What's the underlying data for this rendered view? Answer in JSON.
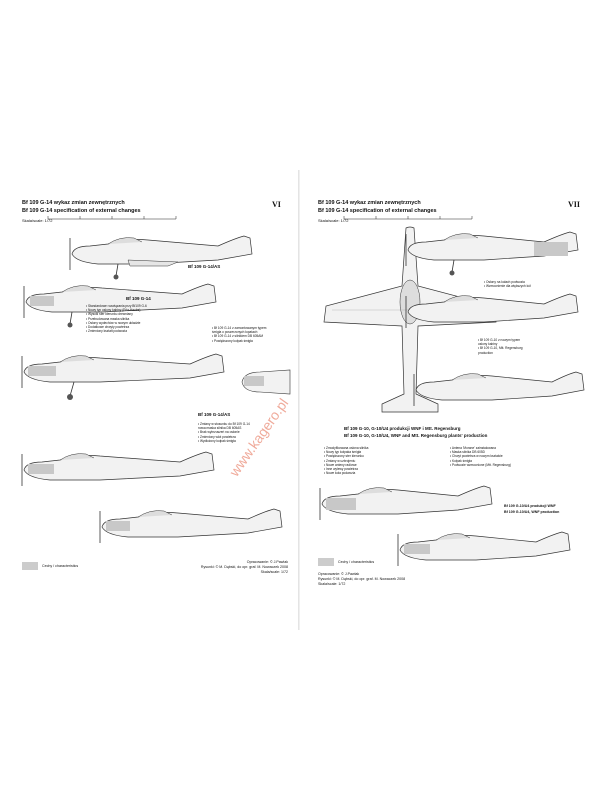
{
  "left_page": {
    "title_pl": "Bf 109 G-14 wykaz zmian zewnętrznych",
    "title_en": "Bf 109 G-14 specification of external changes",
    "page_number": "VI",
    "scale": "Skala/scale: 1/72",
    "aircraft_labels": [
      "Bf 109 G-14/AS",
      "Bf 109 G-14",
      "Bf 109 G-14/AS"
    ],
    "notes_a": [
      "• Standardowe rozwiązania przy Bf109 G-6",
      "• Nowy typ osłony kabiny (Erla-Haube)",
      "• Wysoki ster kierunku drewniany",
      "• Przebudowana maska silnika",
      "• Osłony wydechów w nowym układzie",
      "• Dodatkowe chwyty powietrza",
      "• Zmieniony kształt podwozia"
    ],
    "notes_b": [
      "• Bf 109 G-14 z zamontowanym typem",
      "  śmigła o poszerzonych łopatach",
      "• Bf 109 G-14 z silnikiem DB 605AM",
      "• Powiększony kołpak śmigła"
    ],
    "notes_c": [
      "• Zmiany w stosunku do Bf 109 G-14",
      "  nowa maska silnika DB 605AS",
      "• Brak wybrzuszeń na osłonie",
      "• Zmieniony wlot powietrza",
      "• Wydłużony kołpak śmigła"
    ],
    "footer": [
      "Opracowanie: © J.Pawlak",
      "Rysunki: © M. Dąbski, do opr. graf. M. Nowaczek 2008",
      "Skala/scale: 1/72"
    ],
    "legend": "Cechy / characteristics"
  },
  "right_page": {
    "title_pl": "Bf 109 G-14 wykaz zmian zewnętrznych",
    "title_en": "Bf 109 G-14 specification of external changes",
    "page_number": "VII",
    "scale": "Skala/scale: 1/72",
    "production_pl": "Bf 109 G-10, G-10/U4 produkcji WNF i Mtt. Regensburg",
    "production_en": "Bf 109 G-10, G-10/U4, WNF and Mtt. Regensburg plants' production",
    "aircraft_labels": [
      "Bf 109 G-10/U4 produkcji WNF",
      "Bf 109 G-10/U4, WNF production"
    ],
    "notes_a": [
      "• Osłony na kołach podwozia",
      "• Wzmocnienie dla większych kół"
    ],
    "notes_b": [
      "• Bf 109 G-10 z nowym typem",
      "  osłony kabiny",
      "• Bf 109 G-10, Mtt. Regensburg",
      "  production"
    ],
    "notes_c": [
      "• Zmodyfikowana osłona silnika",
      "• Nowy typ kołpaka śmigła",
      "• Powiększony ster kierunku",
      "• Zmiany w uzbrojeniu",
      "• Nowe anteny radiowe",
      "• Inne wylewy powietrza",
      "• Nowe koła podwozia"
    ],
    "notes_d": [
      "• Antena 'Morane' zainstalowana",
      "• Maska silnika DB 605D",
      "• Chwyt powietrza w nowym kształcie",
      "• Kołpak śmigła",
      "• Podwozie wzmocnione (Mtt. Regensburg)"
    ],
    "footer": [
      "Opracowanie: © J.Pawlak",
      "Rysunki: © M. Dąbski, do opr. graf. M. Nowaczek 2008",
      "Skala/scale: 1/72"
    ],
    "legend": "Cechy / characteristics"
  },
  "watermark": "www.kagero.pl"
}
